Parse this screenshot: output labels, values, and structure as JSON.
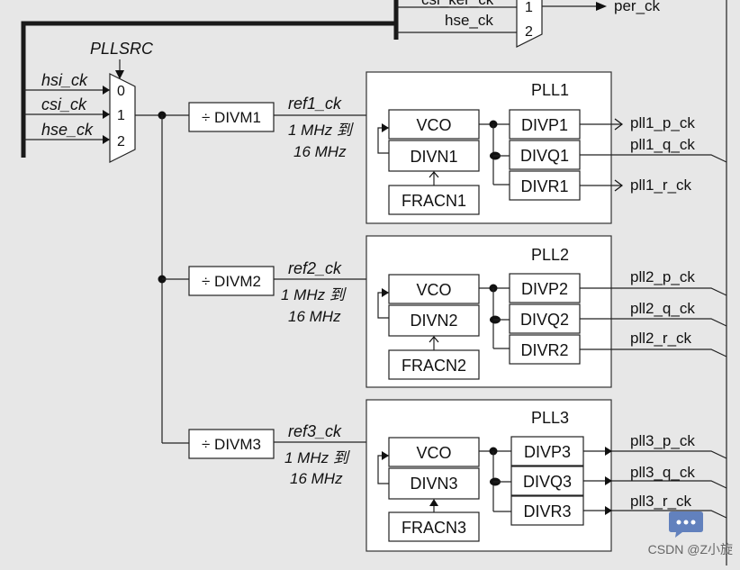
{
  "top": {
    "mux_inputs": [
      "csi_ker_ck",
      "hse_ck"
    ],
    "mux_numbers": [
      "1",
      "2"
    ],
    "output": "per_ck"
  },
  "pllsrc": {
    "label": "PLLSRC",
    "inputs": [
      "hsi_ck",
      "csi_ck",
      "hse_ck"
    ],
    "numbers": [
      "0",
      "1",
      "2"
    ]
  },
  "plls": [
    {
      "title": "PLL1",
      "divm": "÷ DIVM1",
      "ref": "ref1_ck",
      "range_1": "1 MHz 到",
      "range_2": "16 MHz",
      "vco": "VCO",
      "divn": "DIVN1",
      "fracn": "FRACN1",
      "divp": "DIVP1",
      "divq": "DIVQ1",
      "divr": "DIVR1",
      "out_p": "pll1_p_ck",
      "out_q": "pll1_q_ck",
      "out_r": "pll1_r_ck"
    },
    {
      "title": "PLL2",
      "divm": "÷ DIVM2",
      "ref": "ref2_ck",
      "range_1": "1 MHz 到",
      "range_2": "16 MHz",
      "vco": "VCO",
      "divn": "DIVN2",
      "fracn": "FRACN2",
      "divp": "DIVP2",
      "divq": "DIVQ2",
      "divr": "DIVR2",
      "out_p": "pll2_p_ck",
      "out_q": "pll2_q_ck",
      "out_r": "pll2_r_ck"
    },
    {
      "title": "PLL3",
      "divm": "÷ DIVM3",
      "ref": "ref3_ck",
      "range_1": "1 MHz 到",
      "range_2": "16 MHz",
      "vco": "VCO",
      "divn": "DIVN3",
      "fracn": "FRACN3",
      "divp": "DIVP3",
      "divq": "DIVQ3",
      "divr": "DIVR3",
      "out_p": "pll3_p_ck",
      "out_q": "pll3_q_ck",
      "out_r": "pll3_r_ck"
    }
  ],
  "watermark": "CSDN @Z小旋",
  "icons": {
    "watermark_badge": "chat-bubble-icon"
  },
  "colors": {
    "background": "#e7e7e7",
    "box_fill": "#ffffff",
    "line": "#222222",
    "badge": "#4a6fb5"
  }
}
